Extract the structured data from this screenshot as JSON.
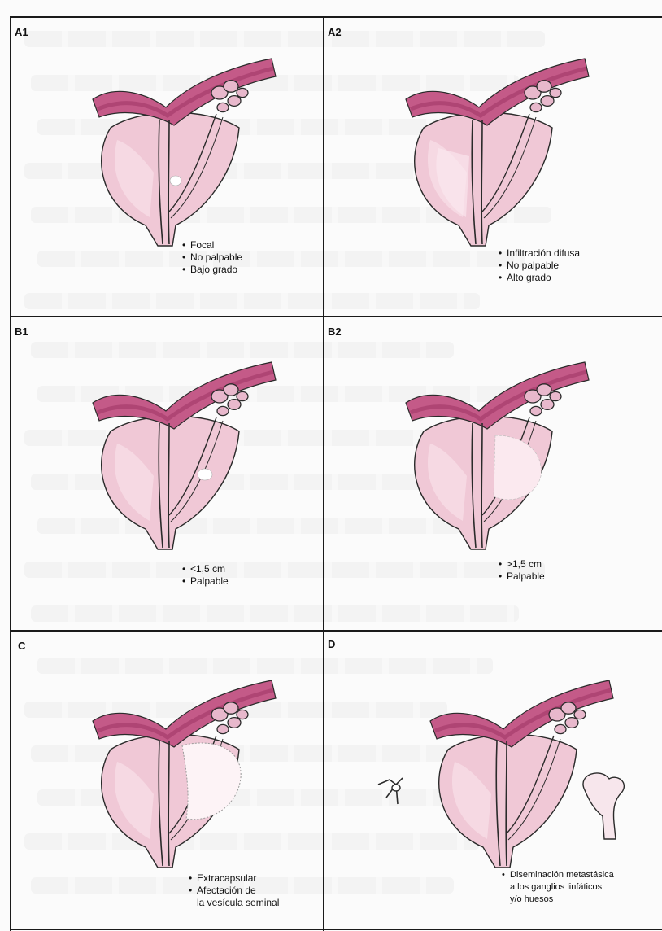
{
  "panels": [
    {
      "id": "A1",
      "label": "A1",
      "bullets": [
        "Focal",
        "No palpable",
        "Bajo grado"
      ]
    },
    {
      "id": "A2",
      "label": "A2",
      "bullets": [
        "Infiltración difusa",
        "No palpable",
        "Alto grado"
      ]
    },
    {
      "id": "B1",
      "label": "B1",
      "bullets": [
        "<1,5 cm",
        "Palpable"
      ]
    },
    {
      "id": "B2",
      "label": "B2",
      "bullets": [
        ">1,5 cm",
        "Palpable"
      ]
    },
    {
      "id": "C",
      "label": "C",
      "bullets": [
        "Extracapsular",
        "Afectación de",
        "la vesícula seminal"
      ]
    },
    {
      "id": "D",
      "label": "D",
      "bullets": [
        "Diseminación metastásica",
        "a los ganglios linfáticos",
        "y/o huesos"
      ]
    }
  ],
  "colors": {
    "bladder": "#c45a88",
    "bladder_dark": "#a63c6c",
    "prostate": "#f0c8d6",
    "prostate_light": "#f7dde6",
    "tumor": "#ffffff",
    "outline": "#2a2a2a"
  }
}
